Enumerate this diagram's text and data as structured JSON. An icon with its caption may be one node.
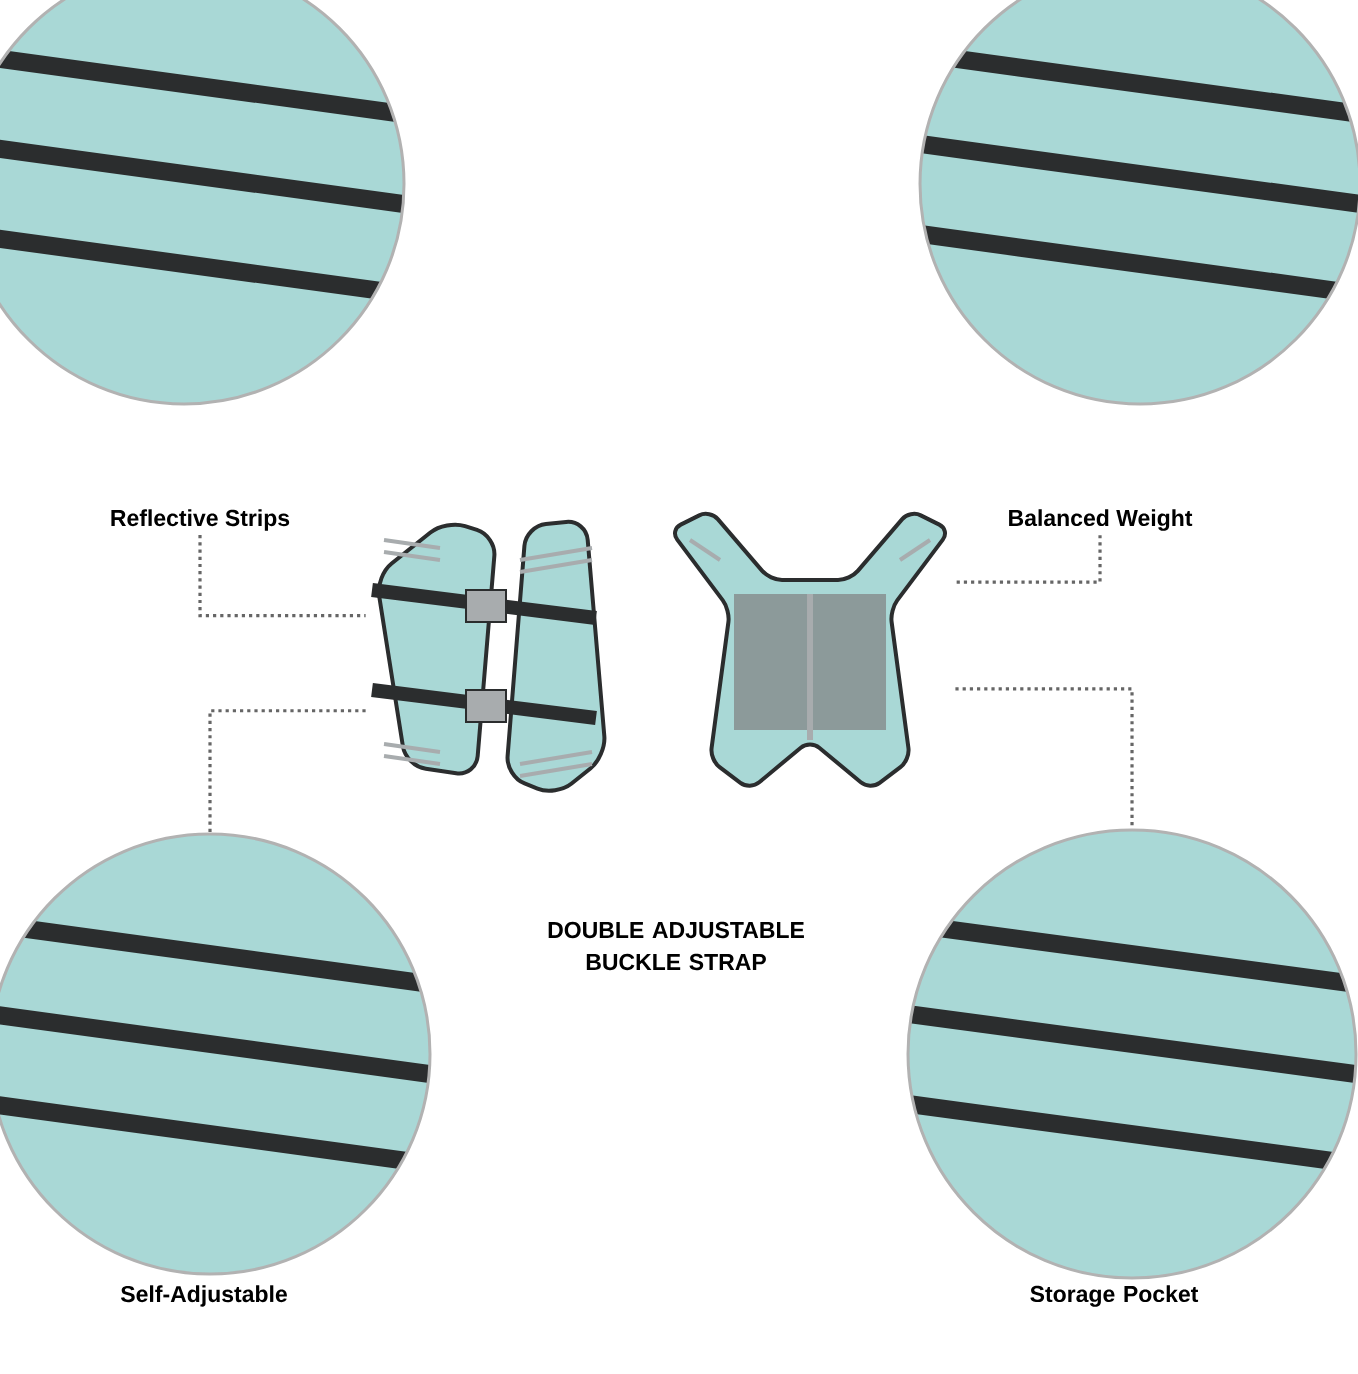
{
  "diagram": {
    "nodes": [
      {
        "text": [],
        "shape": "picture"
      },
      {
        "text": [],
        "shape": "picture"
      },
      {
        "text": [
          "Reflective Strips"
        ]
      },
      {
        "text": [
          "Balanced Weight"
        ]
      },
      {
        "text": [],
        "shape": "picture"
      },
      {
        "text": [],
        "shape": "picture"
      },
      {
        "text": [],
        "shape": "picture"
      },
      {
        "text": [],
        "shape": "picture"
      }
    ],
    "edges": [
      {
        "from": 2,
        "to": 4,
        "arrow": "none"
      },
      {
        "from": 3,
        "to": 5,
        "arrow": "none"
      },
      {
        "from": 4,
        "to": 6,
        "arrow": "none"
      },
      {
        "from": 5,
        "to": 7,
        "arrow": "none"
      }
    ],
    "labels": [
      "DOUBLE ADJUSTABLE BUCKLE STRAP",
      "Self-Adjustable",
      "Storage Pocket"
    ]
  }
}
